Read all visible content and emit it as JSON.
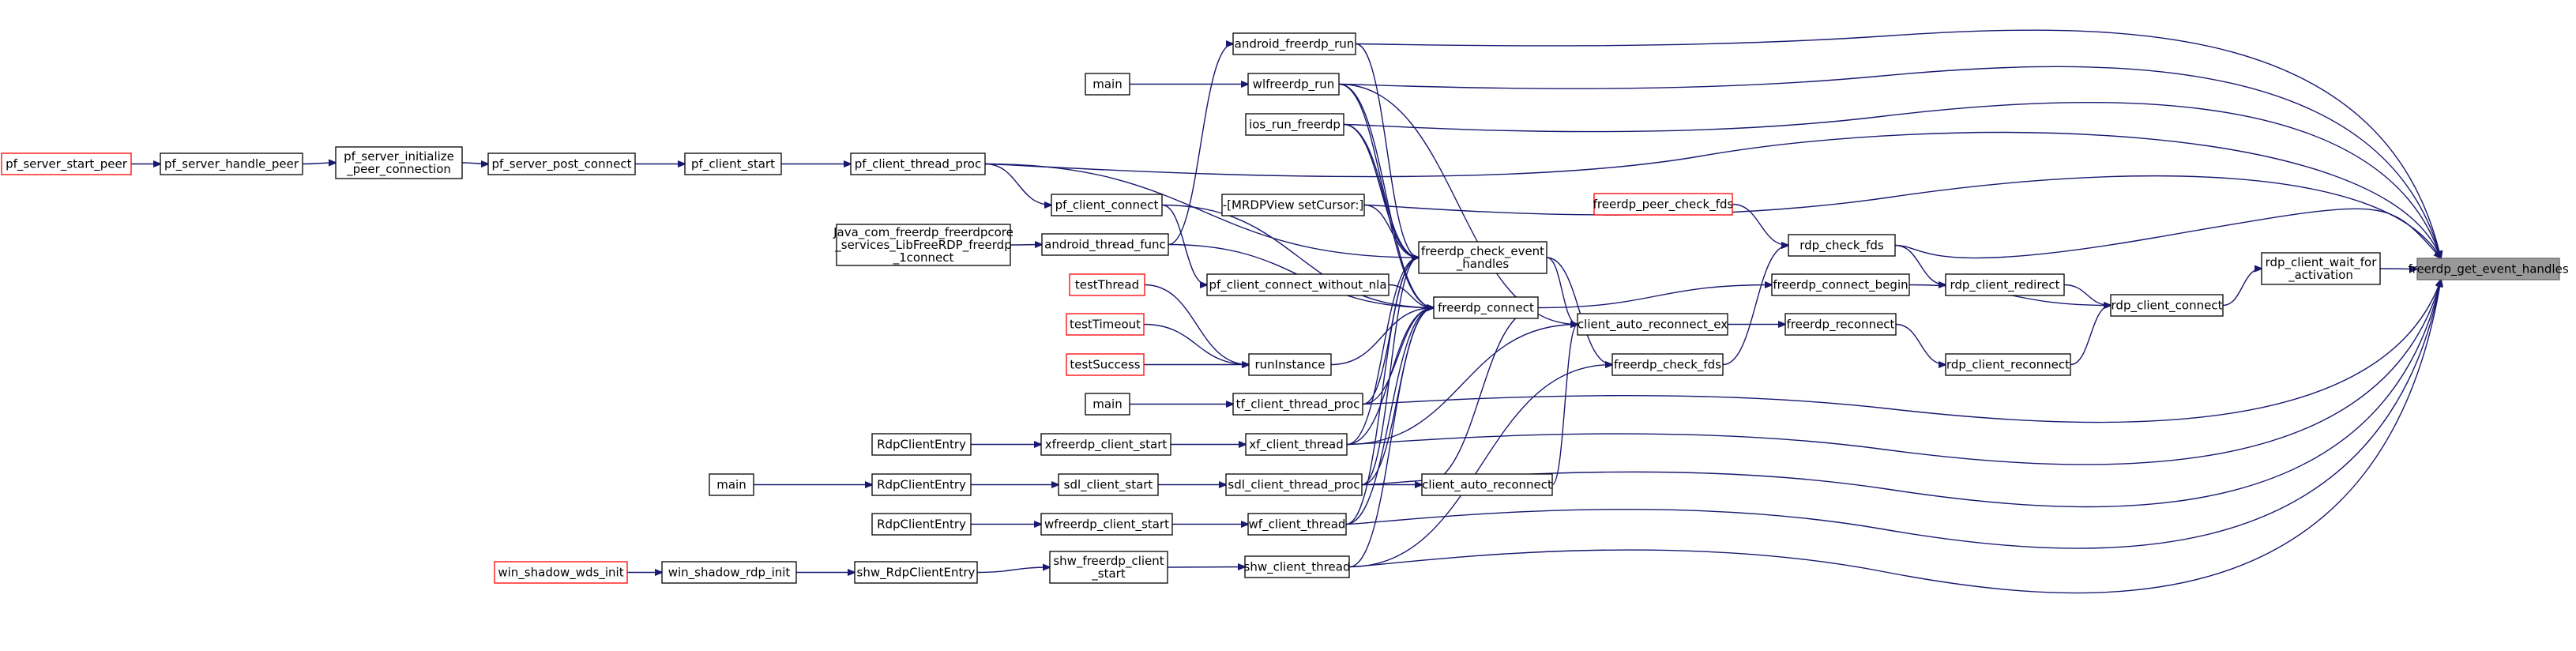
{
  "nodes": [
    {
      "id": "root",
      "lines": [
        "freerdp_get_event_handles"
      ],
      "style": "root"
    },
    {
      "id": "wait",
      "lines": [
        "rdp_client_wait_for",
        "_activation"
      ]
    },
    {
      "id": "rcc",
      "lines": [
        "rdp_client_connect"
      ]
    },
    {
      "id": "redir",
      "lines": [
        "rdp_client_redirect"
      ]
    },
    {
      "id": "rrecon",
      "lines": [
        "rdp_client_reconnect"
      ]
    },
    {
      "id": "rcf",
      "lines": [
        "rdp_check_fds"
      ]
    },
    {
      "id": "fpcf",
      "lines": [
        "freerdp_peer_check_fds"
      ],
      "style": "red"
    },
    {
      "id": "fcb",
      "lines": [
        "freerdp_connect_begin"
      ]
    },
    {
      "id": "frec",
      "lines": [
        "freerdp_reconnect"
      ]
    },
    {
      "id": "care",
      "lines": [
        "client_auto_reconnect_ex"
      ]
    },
    {
      "id": "fcfds",
      "lines": [
        "freerdp_check_fds"
      ]
    },
    {
      "id": "car",
      "lines": [
        "client_auto_reconnect"
      ]
    },
    {
      "id": "fceh",
      "lines": [
        "freerdp_check_event",
        "_handles"
      ]
    },
    {
      "id": "fcon",
      "lines": [
        "freerdp_connect"
      ]
    },
    {
      "id": "mrdp",
      "lines": [
        "-[MRDPView setCursor:]"
      ]
    },
    {
      "id": "pcwn",
      "lines": [
        "pf_client_connect_without_nla"
      ]
    },
    {
      "id": "afr",
      "lines": [
        "android_freerdp_run"
      ]
    },
    {
      "id": "wlf",
      "lines": [
        "wlfreerdp_run"
      ]
    },
    {
      "id": "ios",
      "lines": [
        "ios_run_freerdp"
      ]
    },
    {
      "id": "main1",
      "lines": [
        "main"
      ]
    },
    {
      "id": "pcc",
      "lines": [
        "pf_client_connect"
      ]
    },
    {
      "id": "atf",
      "lines": [
        "android_thread_func"
      ]
    },
    {
      "id": "java",
      "lines": [
        "Java_com_freerdp_freerdpcore",
        "_services_LibFreeRDP_freerdp",
        "_1connect"
      ]
    },
    {
      "id": "runi",
      "lines": [
        "runInstance"
      ]
    },
    {
      "id": "tthr",
      "lines": [
        "testThread"
      ],
      "style": "red"
    },
    {
      "id": "ttim",
      "lines": [
        "testTimeout"
      ],
      "style": "red"
    },
    {
      "id": "tsuc",
      "lines": [
        "testSuccess"
      ],
      "style": "red"
    },
    {
      "id": "tfc",
      "lines": [
        "tf_client_thread_proc"
      ]
    },
    {
      "id": "main2",
      "lines": [
        "main"
      ]
    },
    {
      "id": "xfc",
      "lines": [
        "xf_client_thread"
      ]
    },
    {
      "id": "xfs",
      "lines": [
        "xfreerdp_client_start"
      ]
    },
    {
      "id": "rce1",
      "lines": [
        "RdpClientEntry"
      ]
    },
    {
      "id": "sdlp",
      "lines": [
        "sdl_client_thread_proc"
      ]
    },
    {
      "id": "sdls",
      "lines": [
        "sdl_client_start"
      ]
    },
    {
      "id": "rce2",
      "lines": [
        "RdpClientEntry"
      ]
    },
    {
      "id": "main3",
      "lines": [
        "main"
      ]
    },
    {
      "id": "wfc",
      "lines": [
        "wf_client_thread"
      ]
    },
    {
      "id": "wfs",
      "lines": [
        "wfreerdp_client_start"
      ]
    },
    {
      "id": "rce3",
      "lines": [
        "RdpClientEntry"
      ]
    },
    {
      "id": "shwc",
      "lines": [
        "shw_client_thread"
      ]
    },
    {
      "id": "shwf",
      "lines": [
        "shw_freerdp_client",
        "_start"
      ]
    },
    {
      "id": "shwr",
      "lines": [
        "shw_RdpClientEntry"
      ]
    },
    {
      "id": "wsri",
      "lines": [
        "win_shadow_rdp_init"
      ]
    },
    {
      "id": "wswi",
      "lines": [
        "win_shadow_wds_init"
      ],
      "style": "red"
    },
    {
      "id": "pctp",
      "lines": [
        "pf_client_thread_proc"
      ]
    },
    {
      "id": "pcs",
      "lines": [
        "pf_client_start"
      ]
    },
    {
      "id": "pspc",
      "lines": [
        "pf_server_post_connect"
      ]
    },
    {
      "id": "psipc",
      "lines": [
        "pf_server_initialize",
        "_peer_connection"
      ]
    },
    {
      "id": "pshp",
      "lines": [
        "pf_server_handle_peer"
      ]
    },
    {
      "id": "pssp",
      "lines": [
        "pf_server_start_peer"
      ],
      "style": "red"
    }
  ]
}
